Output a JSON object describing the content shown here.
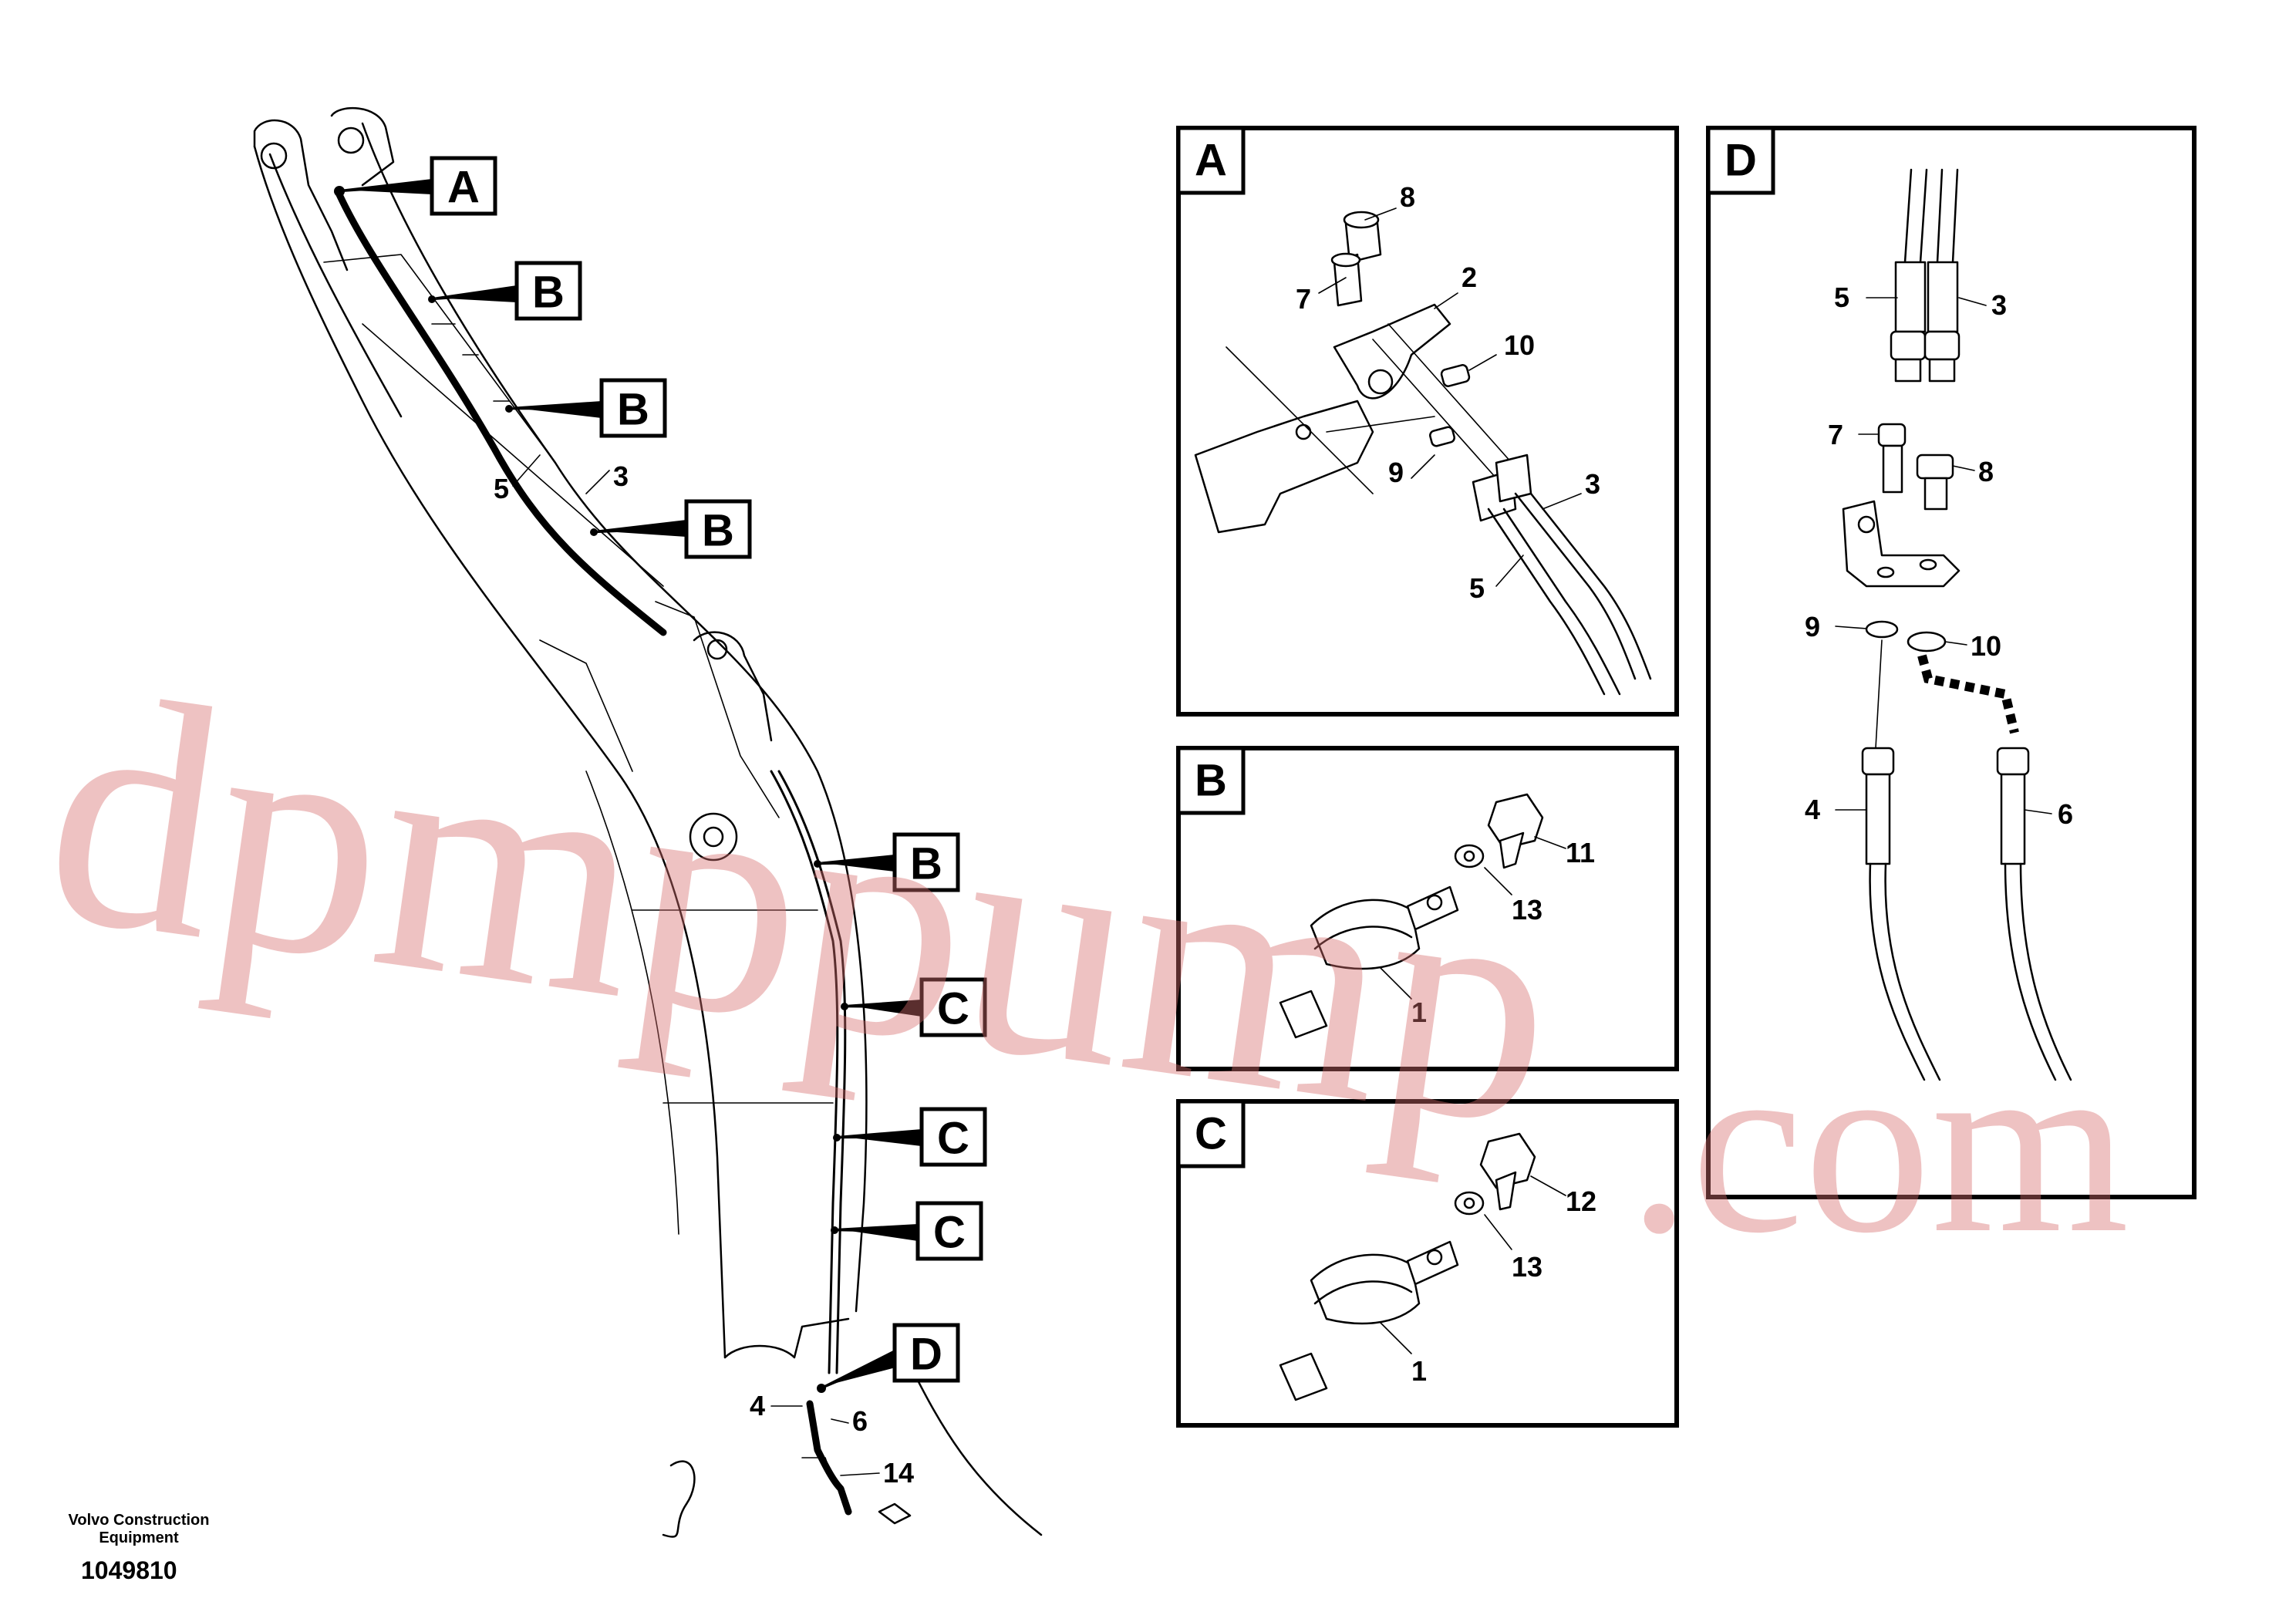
{
  "footer": {
    "brand_line1": "Volvo Construction",
    "brand_line2": "Equipment",
    "drawing_number": "1049810"
  },
  "watermark": {
    "text_part1": "dpmppump",
    "text_part2": ".com"
  },
  "callouts": {
    "A": "A",
    "B1": "B",
    "B2": "B",
    "B3": "B",
    "B4": "B",
    "C1": "C",
    "C2": "C",
    "C3": "C",
    "D": "D"
  },
  "main_labels": {
    "l5": "5",
    "l3": "3",
    "l4": "4",
    "l6": "6",
    "l14": "14"
  },
  "panels": {
    "A": {
      "tag": "A",
      "labels": {
        "p8": "8",
        "p7": "7",
        "p2": "2",
        "p10": "10",
        "p9": "9",
        "p3": "3",
        "p5": "5"
      }
    },
    "B": {
      "tag": "B",
      "labels": {
        "p11": "11",
        "p13": "13",
        "p1": "1"
      }
    },
    "C": {
      "tag": "C",
      "labels": {
        "p12": "12",
        "p13": "13",
        "p1": "1"
      }
    },
    "D": {
      "tag": "D",
      "labels": {
        "p5": "5",
        "p3": "3",
        "p7": "7",
        "p8": "8",
        "p9": "9",
        "p10": "10",
        "p4": "4",
        "p6": "6"
      }
    }
  }
}
